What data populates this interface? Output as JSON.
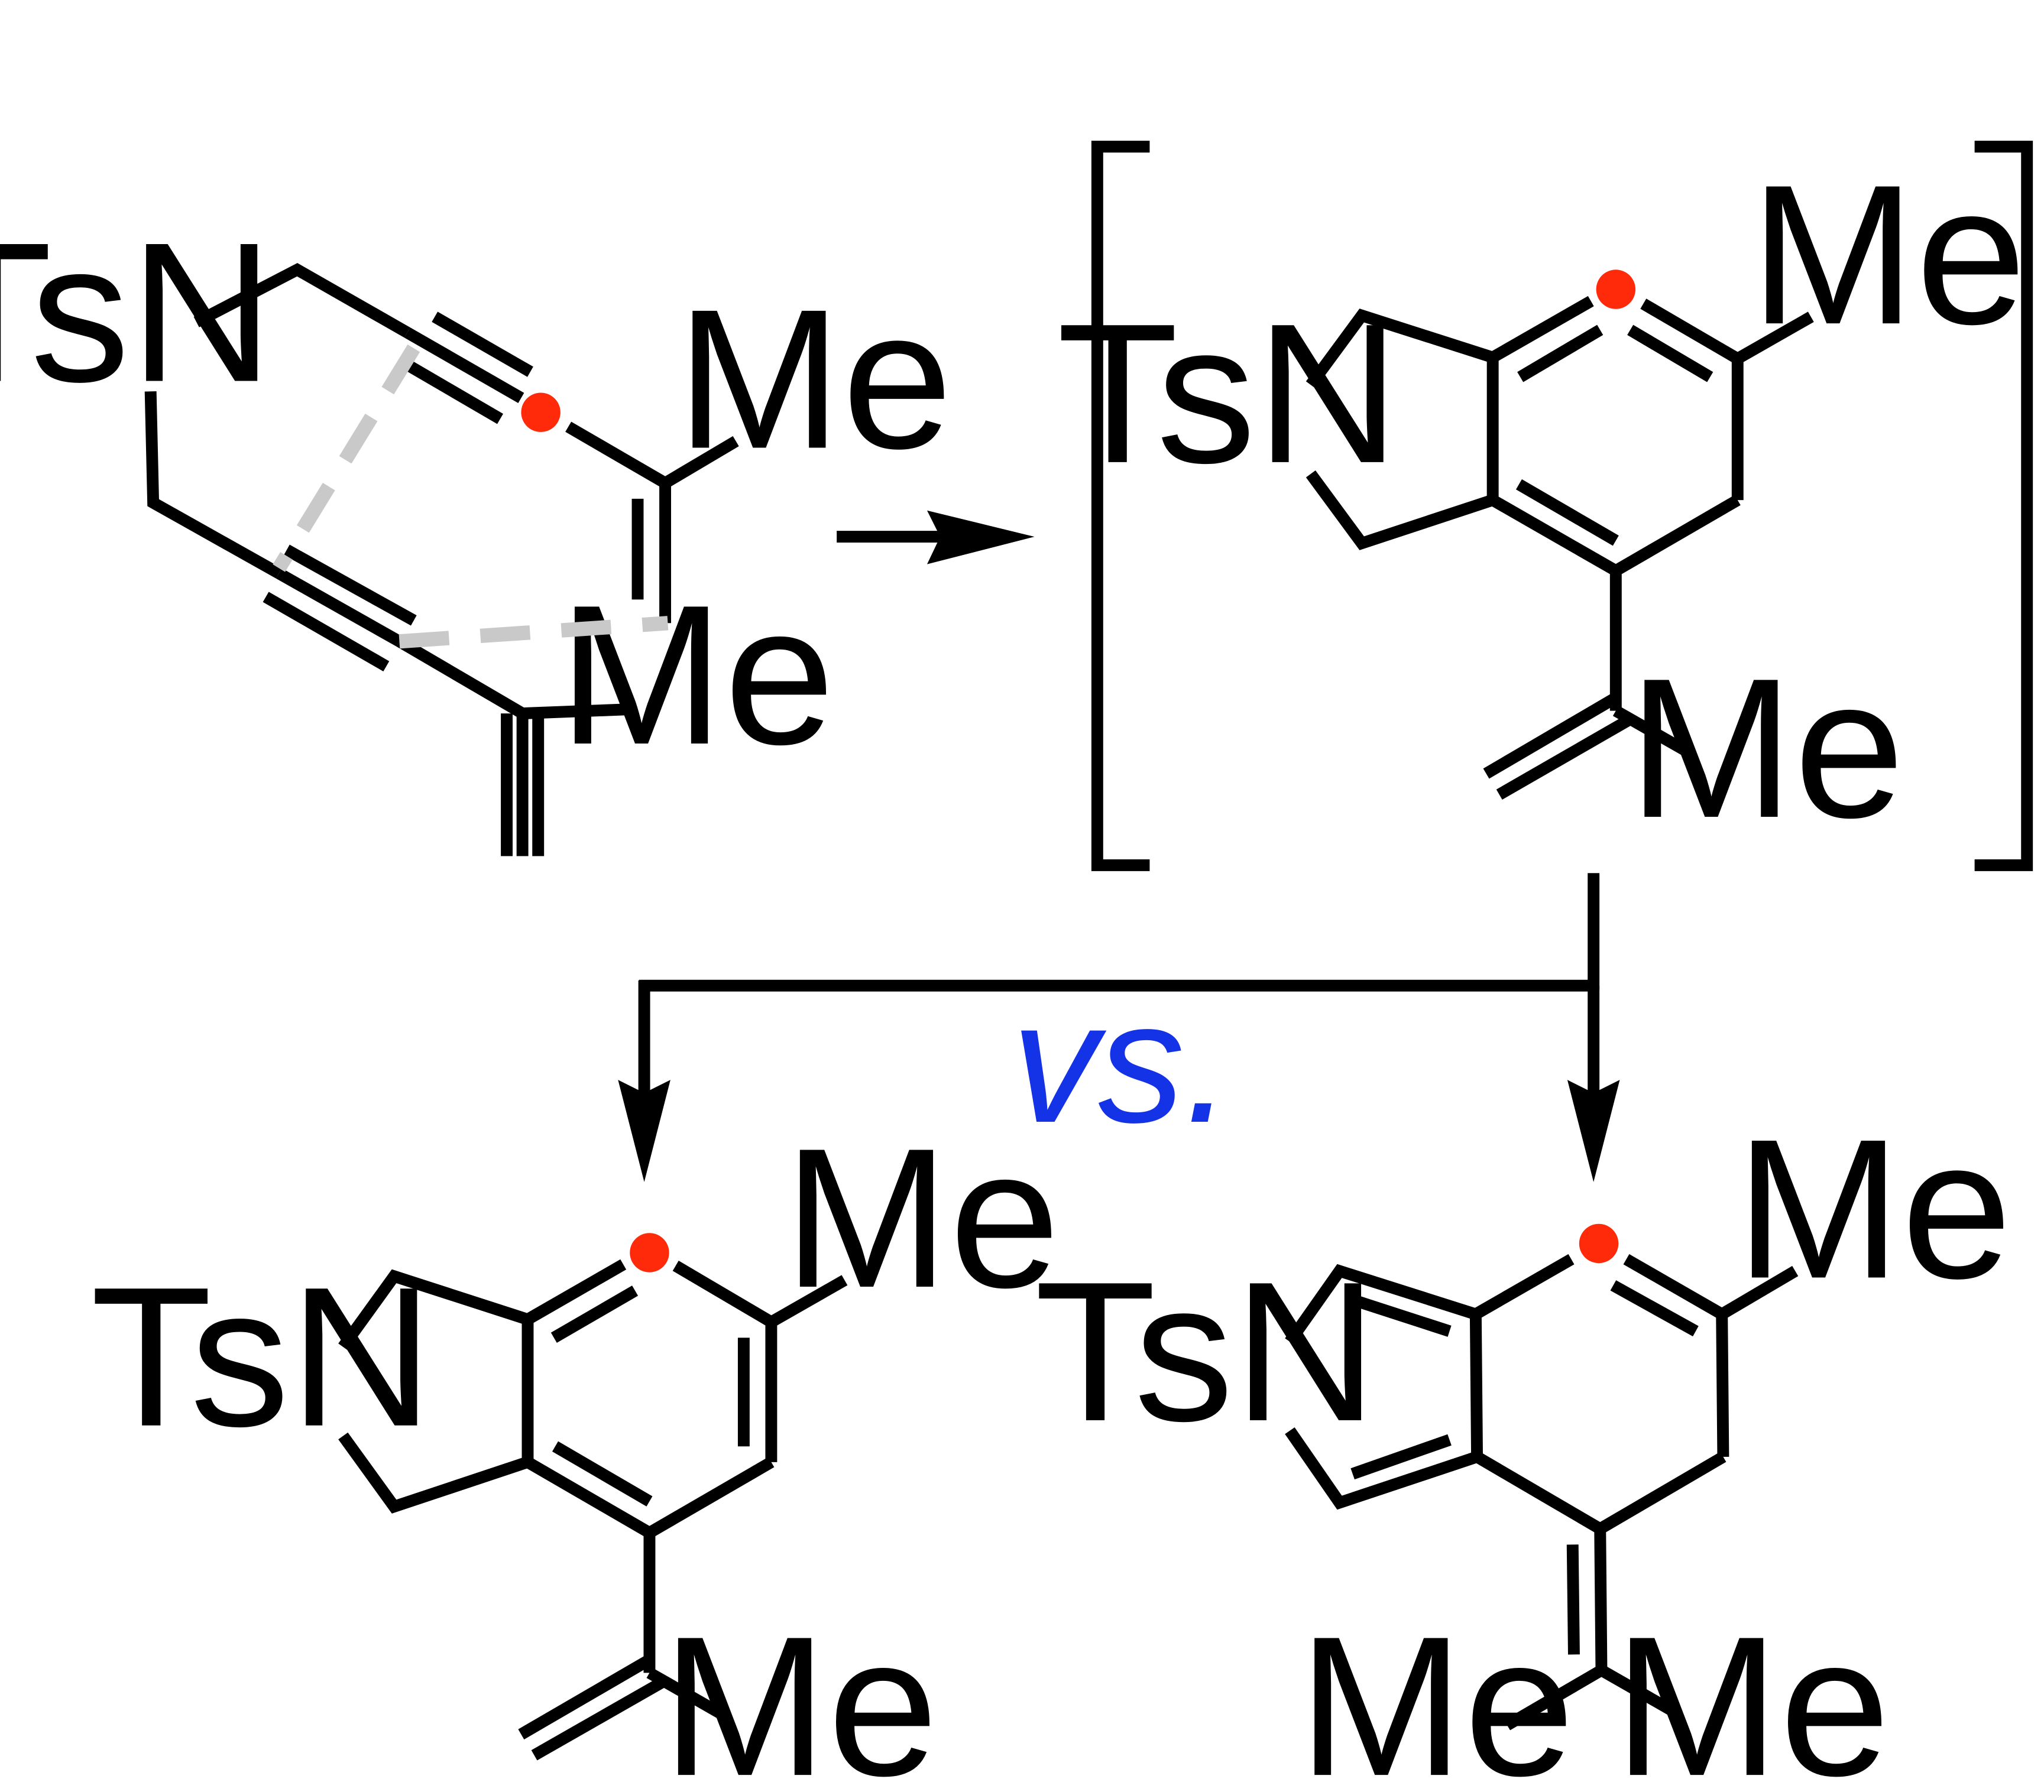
{
  "labels": {
    "ts_n": "TsN",
    "me": "Me",
    "versus": "vs."
  },
  "colors": {
    "radical_dot": "#ff2a0a",
    "versus_text": "#1533e6",
    "forming_bond": "#c9c9c9",
    "bond": "#000000"
  }
}
